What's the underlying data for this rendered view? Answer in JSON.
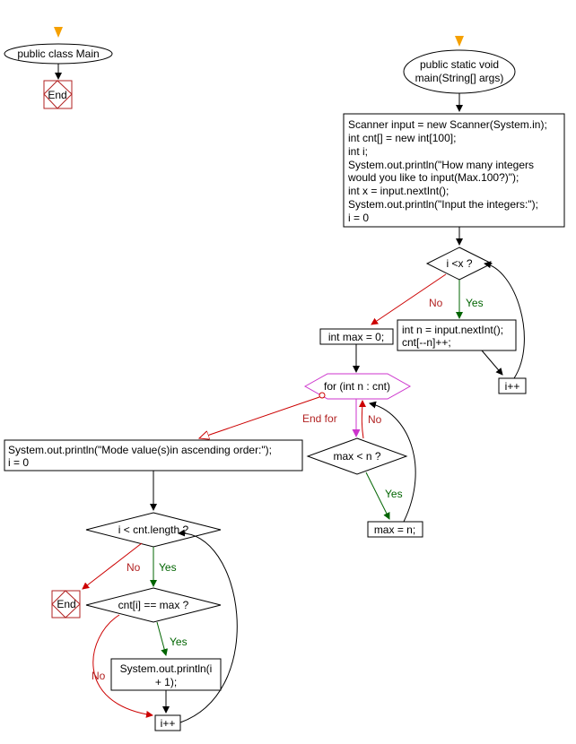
{
  "left_start": {
    "label": "public class Main"
  },
  "left_end": {
    "label": "End"
  },
  "main_start": {
    "line1": "public static void",
    "line2": "main(String[] args)"
  },
  "init_block": {
    "lines": [
      "Scanner input = new Scanner(System.in);",
      "int cnt[] = new int[100];",
      "int i;",
      "System.out.println(\"How many integers",
      "would you like to input(Max.100?)\");",
      "int x = input.nextInt();",
      "System.out.println(\"Input the integers:\");",
      "i = 0"
    ]
  },
  "cond_ix": {
    "label": "i <x ?",
    "yes": "Yes",
    "no": "No"
  },
  "read_block": {
    "lines": [
      "int n = input.nextInt();",
      "cnt[--n]++;"
    ]
  },
  "inc1": {
    "label": "i++"
  },
  "max_init": {
    "label": "int max = 0;"
  },
  "for_loop": {
    "label": "for (int n : cnt)",
    "end_label": "End for",
    "no": "No"
  },
  "cond_max": {
    "label": "max < n ?",
    "yes": "Yes"
  },
  "max_assign": {
    "label": "max = n;"
  },
  "print_block": {
    "lines": [
      "System.out.println(\"Mode value(s)in ascending order:\");",
      "i = 0"
    ]
  },
  "cond_len": {
    "label": "i < cnt.length ?",
    "yes": "Yes",
    "no": "No"
  },
  "end2": {
    "label": "End"
  },
  "cond_eq": {
    "label": "cnt[i] == max ?",
    "yes": "Yes",
    "no": "No"
  },
  "print_i": {
    "lines": [
      "System.out.println(i",
      "+ 1);"
    ]
  },
  "inc2": {
    "label": "i++"
  }
}
